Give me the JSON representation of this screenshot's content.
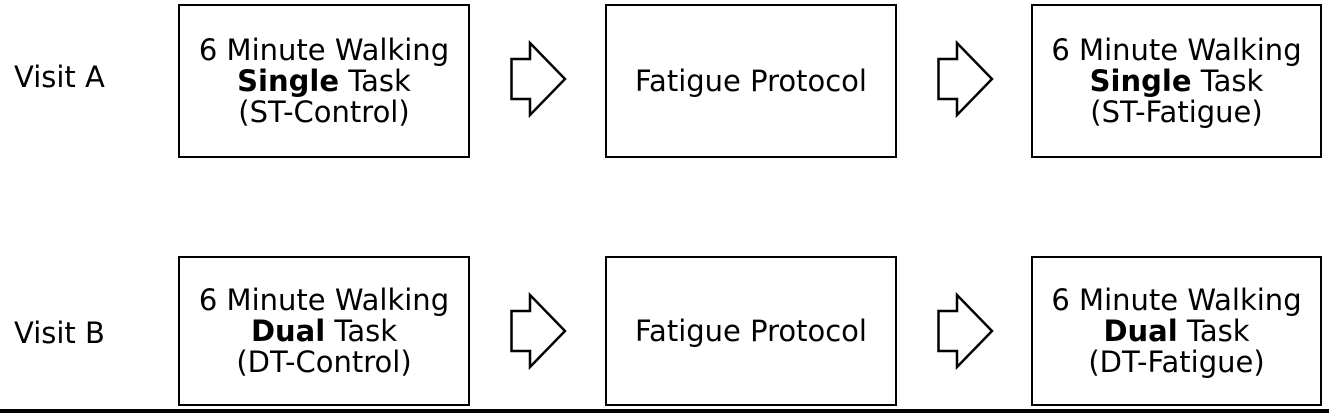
{
  "diagram": {
    "title_hint": "Study design flowchart: 6-minute walking tests before and after a fatigue protocol",
    "colors": {
      "stroke": "#000000",
      "background": "#ffffff",
      "text": "#000000"
    },
    "arrow_icon": "right-block-arrow",
    "rows": [
      {
        "visit_label": "Visit A",
        "pre_box": {
          "line1": "6 Minute Walking",
          "emph": "Single",
          "line2_rest": " Task",
          "line3": "(ST-Control)"
        },
        "middle_box": {
          "label": "Fatigue Protocol"
        },
        "post_box": {
          "line1": "6 Minute Walking",
          "emph": "Single",
          "line2_rest": " Task",
          "line3": "(ST-Fatigue)"
        }
      },
      {
        "visit_label": "Visit B",
        "pre_box": {
          "line1": "6 Minute Walking",
          "emph": "Dual",
          "line2_rest": " Task",
          "line3": "(DT-Control)"
        },
        "middle_box": {
          "label": "Fatigue Protocol"
        },
        "post_box": {
          "line1": "6 Minute Walking",
          "emph": "Dual",
          "line2_rest": " Task",
          "line3": "(DT-Fatigue)"
        }
      }
    ]
  }
}
